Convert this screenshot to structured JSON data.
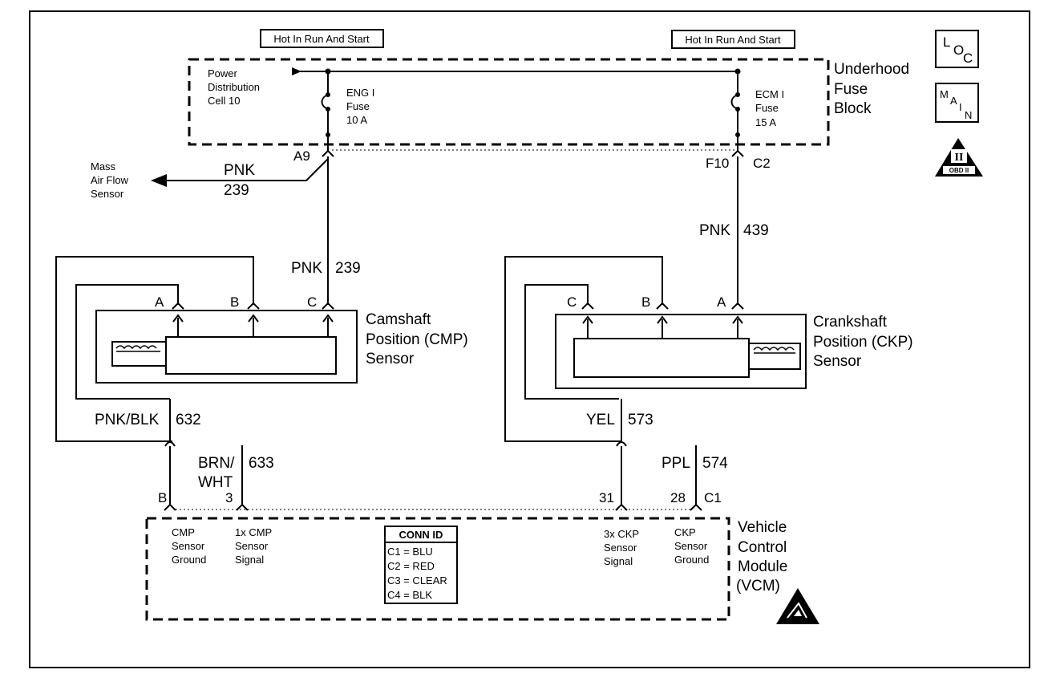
{
  "hot_label_left": "Hot In Run And Start",
  "hot_label_right": "Hot In Run And Start",
  "icons": {
    "loc": {
      "l": "L",
      "o": "O",
      "c": "C"
    },
    "main": {
      "m": "M",
      "a": "A",
      "i": "I",
      "n": "N"
    },
    "obd": {
      "numeral": "II",
      "text": "OBD II"
    }
  },
  "fuse_block": {
    "title": [
      "Underhood",
      "Fuse",
      "Block"
    ],
    "pdc": [
      "Power",
      "Distribution",
      "Cell 10"
    ],
    "eng_fuse": [
      "ENG I",
      "Fuse",
      "10 A"
    ],
    "ecm_fuse": [
      "ECM I",
      "Fuse",
      "15 A"
    ]
  },
  "connectors": {
    "a9": "A9",
    "f10": "F10",
    "c2": "C2",
    "c1": "C1"
  },
  "maf": {
    "label": [
      "Mass",
      "Air Flow",
      "Sensor"
    ],
    "wire_color": "PNK",
    "wire_num": "239"
  },
  "wires": {
    "cmp_feed": {
      "color": "PNK",
      "num": "239"
    },
    "ckp_feed": {
      "color": "PNK",
      "num": "439"
    },
    "cmp_ground": {
      "color": "PNK/BLK",
      "num": "632"
    },
    "cmp_signal": {
      "color1": "BRN/",
      "color2": "WHT",
      "num": "633"
    },
    "ckp_signal": {
      "color": "YEL",
      "num": "573"
    },
    "ckp_ground": {
      "color": "PPL",
      "num": "574"
    }
  },
  "cmp_sensor": {
    "name": [
      "Camshaft",
      "Position (CMP)",
      "Sensor"
    ],
    "pins": [
      "A",
      "B",
      "C"
    ]
  },
  "ckp_sensor": {
    "name": [
      "Crankshaft",
      "Position (CKP)",
      "Sensor"
    ],
    "pins": [
      "C",
      "B",
      "A"
    ]
  },
  "vcm": {
    "title": [
      "Vehicle",
      "Control",
      "Module",
      "(VCM)"
    ],
    "pin_b": "B",
    "pin_3": "3",
    "pin_31": "31",
    "pin_28": "28",
    "cmp_ground_label": [
      "CMP",
      "Sensor",
      "Ground"
    ],
    "cmp_signal_label": [
      "1x CMP",
      "Sensor",
      "Signal"
    ],
    "ckp_signal_label": [
      "3x CKP",
      "Sensor",
      "Signal"
    ],
    "ckp_ground_label": [
      "CKP",
      "Sensor",
      "Ground"
    ]
  },
  "conn_id": {
    "title": "CONN ID",
    "rows": [
      "C1 = BLU",
      "C2 = RED",
      "C3 = CLEAR",
      "C4 = BLK"
    ]
  }
}
